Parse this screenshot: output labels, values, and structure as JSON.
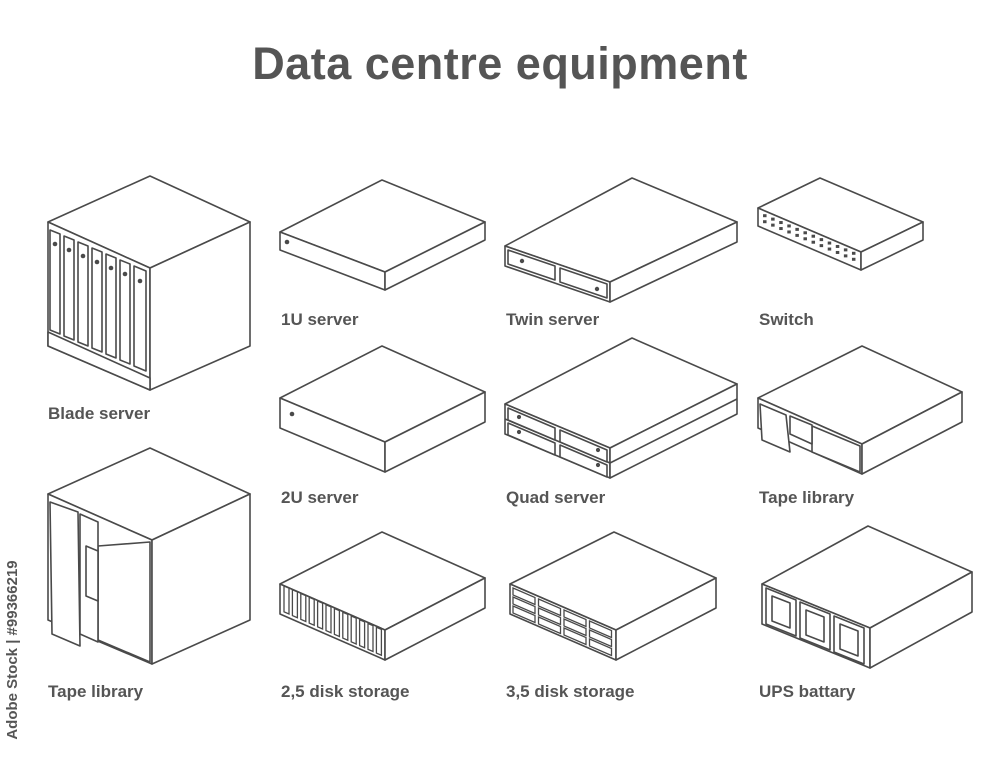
{
  "title": "Data centre equipment",
  "items": [
    {
      "key": "blade",
      "label": "Blade server"
    },
    {
      "key": "u1",
      "label": "1U server"
    },
    {
      "key": "twin",
      "label": "Twin server"
    },
    {
      "key": "switch",
      "label": "Switch"
    },
    {
      "key": "u2",
      "label": "2U server"
    },
    {
      "key": "quad",
      "label": "Quad server"
    },
    {
      "key": "tape_small",
      "label": "Tape library"
    },
    {
      "key": "tape_big",
      "label": "Tape library"
    },
    {
      "key": "disk25",
      "label": "2,5 disk storage"
    },
    {
      "key": "disk35",
      "label": "3,5 disk storage"
    },
    {
      "key": "ups",
      "label": "UPS battary"
    }
  ],
  "credit": "Adobe Stock | #99366219",
  "colors": {
    "line": "#4a4a4a",
    "text": "#555555",
    "background": "#ffffff"
  }
}
